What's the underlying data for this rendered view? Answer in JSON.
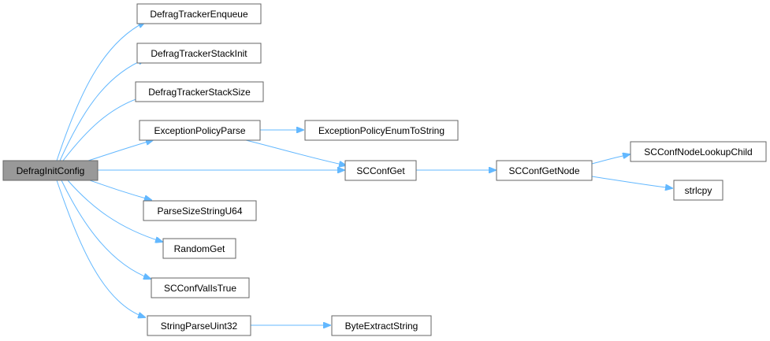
{
  "graph": {
    "nodes": [
      {
        "id": "root",
        "label": "DefragInitConfig"
      },
      {
        "id": "n1",
        "label": "DefragTrackerEnqueue"
      },
      {
        "id": "n2",
        "label": "DefragTrackerStackInit"
      },
      {
        "id": "n3",
        "label": "DefragTrackerStackSize"
      },
      {
        "id": "n4",
        "label": "ExceptionPolicyParse"
      },
      {
        "id": "n5",
        "label": "ExceptionPolicyEnumToString"
      },
      {
        "id": "n6",
        "label": "SCConfGet"
      },
      {
        "id": "n7",
        "label": "SCConfGetNode"
      },
      {
        "id": "n8",
        "label": "SCConfNodeLookupChild"
      },
      {
        "id": "n9",
        "label": "strlcpy"
      },
      {
        "id": "n10",
        "label": "ParseSizeStringU64"
      },
      {
        "id": "n11",
        "label": "RandomGet"
      },
      {
        "id": "n12",
        "label": "SCConfValIsTrue"
      },
      {
        "id": "n13",
        "label": "StringParseUint32"
      },
      {
        "id": "n14",
        "label": "ByteExtractString"
      }
    ],
    "edges": [
      {
        "from": "root",
        "to": "n1"
      },
      {
        "from": "root",
        "to": "n2"
      },
      {
        "from": "root",
        "to": "n3"
      },
      {
        "from": "root",
        "to": "n4"
      },
      {
        "from": "root",
        "to": "n6"
      },
      {
        "from": "root",
        "to": "n10"
      },
      {
        "from": "root",
        "to": "n11"
      },
      {
        "from": "root",
        "to": "n12"
      },
      {
        "from": "root",
        "to": "n13"
      },
      {
        "from": "n4",
        "to": "n5"
      },
      {
        "from": "n4",
        "to": "n6"
      },
      {
        "from": "n6",
        "to": "n7"
      },
      {
        "from": "n7",
        "to": "n8"
      },
      {
        "from": "n7",
        "to": "n9"
      },
      {
        "from": "n13",
        "to": "n14"
      }
    ]
  }
}
